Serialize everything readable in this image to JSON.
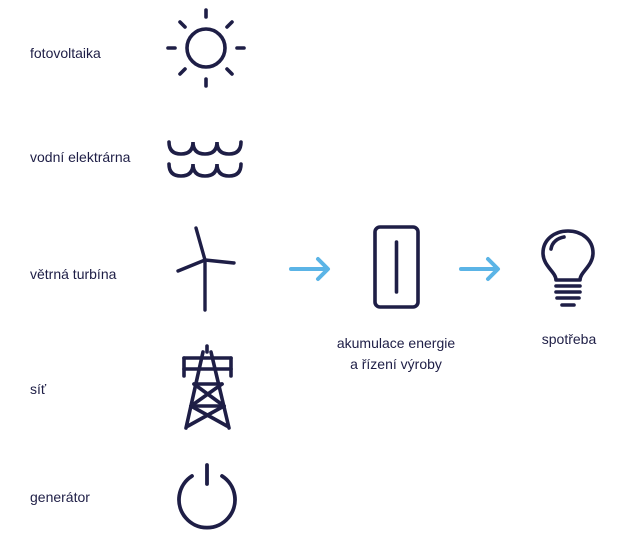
{
  "colors": {
    "icon": "#1e1e46",
    "arrow": "#5bb4e6",
    "text": "#1e1e46"
  },
  "sources": [
    {
      "label": "fotovoltaika",
      "icon": "sun-icon"
    },
    {
      "label": "vodní elektrárna",
      "icon": "water-waves-icon"
    },
    {
      "label": "větrná turbína",
      "icon": "wind-turbine-icon"
    },
    {
      "label": "síť",
      "icon": "power-pylon-icon"
    },
    {
      "label": "generátor",
      "icon": "power-button-icon"
    }
  ],
  "storage": {
    "icon": "battery-icon",
    "label_line1": "akumulace energie",
    "label_line2": "a řízení výroby"
  },
  "consumption": {
    "icon": "light-bulb-icon",
    "label": "spotřeba"
  },
  "arrows": [
    {
      "icon": "arrow-right-icon"
    },
    {
      "icon": "arrow-right-icon"
    }
  ]
}
